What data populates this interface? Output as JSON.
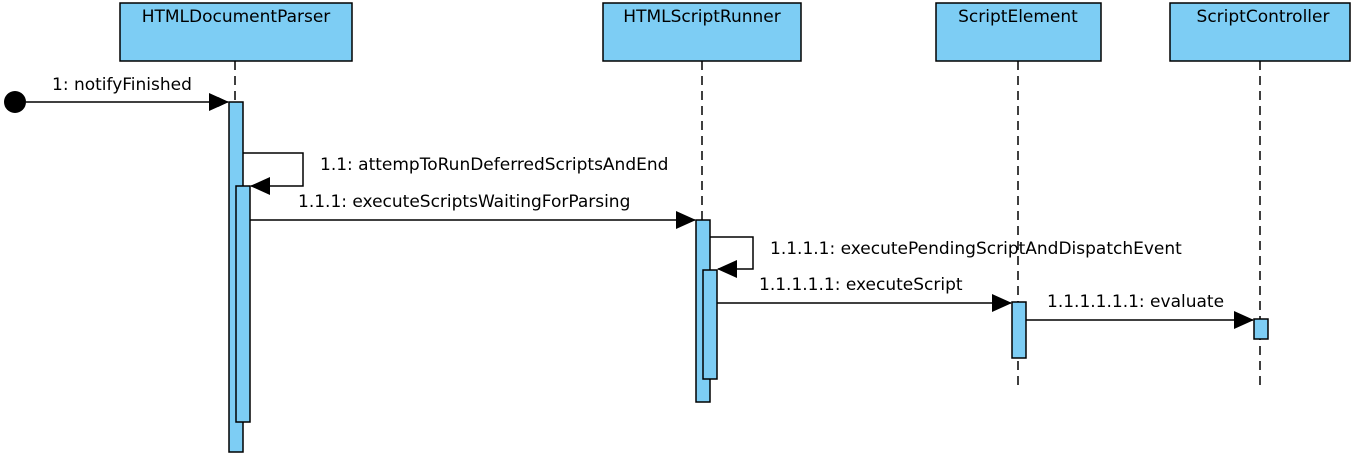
{
  "colors": {
    "box_fill": "#7dcdf4",
    "stroke": "#000000",
    "background": "#ffffff"
  },
  "participants": [
    {
      "id": "p1",
      "name": "HTMLDocumentParser"
    },
    {
      "id": "p2",
      "name": "HTMLScriptRunner"
    },
    {
      "id": "p3",
      "name": "ScriptElement"
    },
    {
      "id": "p4",
      "name": "ScriptController"
    }
  ],
  "messages": [
    {
      "id": "m1",
      "label": "1: notifyFinished",
      "from": "start",
      "to": "HTMLDocumentParser"
    },
    {
      "id": "m2",
      "label": "1.1: attempToRunDeferredScriptsAndEnd",
      "from": "HTMLDocumentParser",
      "to": "HTMLDocumentParser"
    },
    {
      "id": "m3",
      "label": "1.1.1: executeScriptsWaitingForParsing",
      "from": "HTMLDocumentParser",
      "to": "HTMLScriptRunner"
    },
    {
      "id": "m4",
      "label": "1.1.1.1: executePendingScriptAndDispatchEvent",
      "from": "HTMLScriptRunner",
      "to": "HTMLScriptRunner"
    },
    {
      "id": "m5",
      "label": "1.1.1.1.1: executeScript",
      "from": "HTMLScriptRunner",
      "to": "ScriptElement"
    },
    {
      "id": "m6",
      "label": "1.1.1.1.1.1: evaluate",
      "from": "ScriptElement",
      "to": "ScriptController"
    }
  ]
}
